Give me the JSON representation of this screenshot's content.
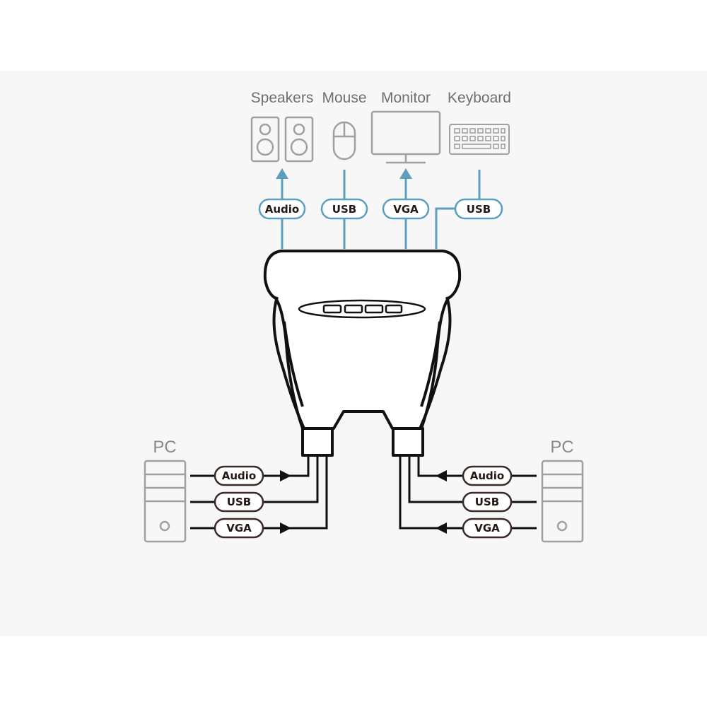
{
  "colors": {
    "background": "#f7f7f7",
    "blue_line": "#5b9fbe",
    "black_line": "#111111",
    "device_gray": "#a0a0a0",
    "pill_fill": "#ffffff",
    "left_pill_border": "#3a2a28"
  },
  "devices": {
    "speakers": {
      "label": "Speakers",
      "icon": "speakers-icon"
    },
    "mouse": {
      "label": "Mouse",
      "icon": "mouse-icon"
    },
    "monitor": {
      "label": "Monitor",
      "icon": "monitor-icon"
    },
    "keyboard": {
      "label": "Keyboard",
      "icon": "keyboard-icon"
    }
  },
  "console_connectors": [
    {
      "label": "Audio",
      "direction": "out"
    },
    {
      "label": "USB",
      "direction": "in"
    },
    {
      "label": "VGA",
      "direction": "out"
    },
    {
      "label": "USB",
      "direction": "in"
    }
  ],
  "pc_left": {
    "label": "PC",
    "cables": [
      {
        "label": "Audio",
        "arrow": "toward-switch"
      },
      {
        "label": "USB",
        "arrow": "none"
      },
      {
        "label": "VGA",
        "arrow": "toward-switch"
      }
    ]
  },
  "pc_right": {
    "label": "PC",
    "cables": [
      {
        "label": "Audio",
        "arrow": "toward-switch"
      },
      {
        "label": "USB",
        "arrow": "none"
      },
      {
        "label": "VGA",
        "arrow": "toward-switch"
      }
    ]
  },
  "switch": {
    "icon": "kvm-switch-icon",
    "port_leds": 4
  }
}
